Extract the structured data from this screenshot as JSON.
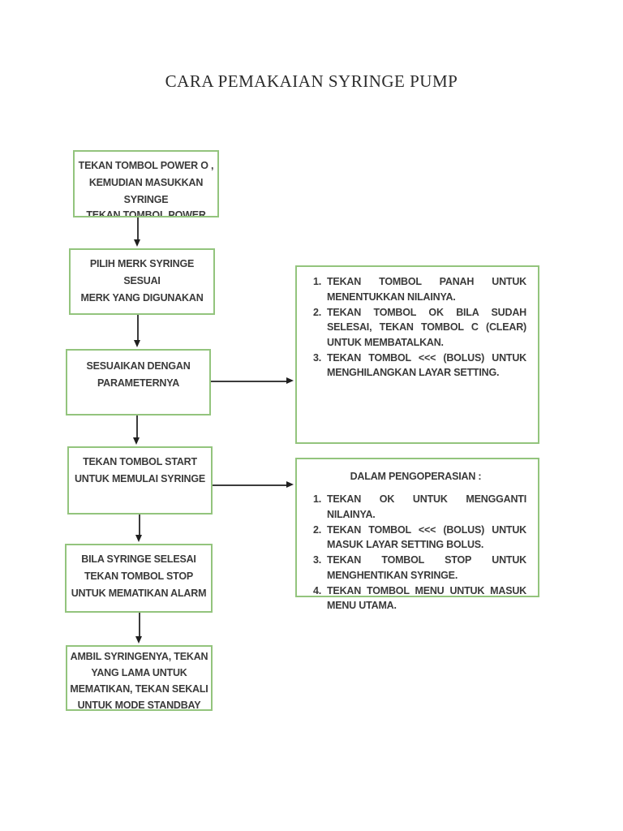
{
  "title": "CARA PEMAKAIAN SYRINGE PUMP",
  "flow": [
    {
      "name": "power-on",
      "lines": [
        "TEKAN TOMBOL POWER O ,",
        "KEMUDIAN MASUKKAN",
        "SYRINGE"
      ],
      "clipped_line": "TEKAN TOMBOL POWER"
    },
    {
      "name": "select-brand",
      "lines": [
        "PILIH MERK SYRINGE SESUAI",
        "MERK YANG DIGUNAKAN"
      ]
    },
    {
      "name": "set-parameters",
      "lines": [
        "SESUAIKAN DENGAN",
        "PARAMETERNYA"
      ]
    },
    {
      "name": "press-start",
      "lines": [
        "TEKAN TOMBOL START",
        "UNTUK MEMULAI SYRINGE"
      ]
    },
    {
      "name": "press-stop",
      "lines": [
        "BILA SYRINGE SELESAI",
        "TEKAN TOMBOL STOP",
        "UNTUK MEMATIKAN ALARM"
      ]
    },
    {
      "name": "remove-syringe",
      "lines": [
        "AMBIL SYRINGENYA, TEKAN",
        "YANG LAMA UNTUK",
        "MEMATIKAN, TEKAN SEKALI",
        "UNTUK MODE STANDBAY"
      ]
    }
  ],
  "notes": [
    {
      "name": "setting-instructions",
      "heading": "",
      "items": [
        {
          "num": "1.",
          "text": "TEKAN TOMBOL PANAH UNTUK MENENTUKKAN NILAINYA."
        },
        {
          "num": "2.",
          "text": "TEKAN TOMBOL OK BILA SUDAH SELESAI, TEKAN TOMBOL C (CLEAR) UNTUK MEMBATALKAN."
        },
        {
          "num": "3.",
          "text": "TEKAN TOMBOL <<< (BOLUS) UNTUK MENGHILANGKAN LAYAR SETTING."
        }
      ]
    },
    {
      "name": "operation-instructions",
      "heading": "DALAM PENGOPERASIAN :",
      "items": [
        {
          "num": "1.",
          "text": "TEKAN OK UNTUK MENGGANTI NILAINYA."
        },
        {
          "num": "2.",
          "text": "TEKAN TOMBOL <<< (BOLUS) UNTUK MASUK LAYAR SETTING BOLUS."
        },
        {
          "num": "3.",
          "text": "TEKAN TOMBOL STOP UNTUK MENGHENTIKAN SYRINGE."
        },
        {
          "num": "4.",
          "text": "TEKAN TOMBOL MENU UNTUK MASUK MENU UTAMA."
        }
      ]
    }
  ],
  "colors": {
    "box_border": "#93c47d",
    "text": "#3a3a3a",
    "arrow": "#2b2b2b",
    "page_background": "#ffffff"
  }
}
